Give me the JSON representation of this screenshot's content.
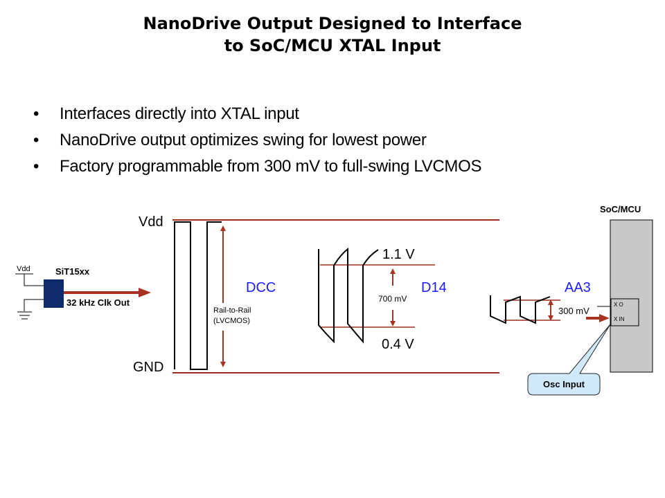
{
  "title": {
    "line1": "NanoDrive Output Designed to Interface",
    "line2": "to SoC/MCU XTAL Input"
  },
  "bullets": [
    {
      "marker": "•",
      "text": "Interfaces directly into XTAL input"
    },
    {
      "marker": "•",
      "text": "NanoDrive output optimizes swing for lowest power"
    },
    {
      "marker": "•",
      "text": "Factory programmable from 300 mV to full-swing LVCMOS"
    }
  ],
  "diagram": {
    "colors": {
      "rail": "#9b2d1f",
      "arrow": "#a83222",
      "mode_label": "#1a1aff",
      "chip": "#0f2a6b",
      "soc_fill": "#c8c8c8",
      "callout_fill": "#cfe9f9"
    },
    "source": {
      "vdd_label": "Vdd",
      "chip_label": "SiT15xx",
      "output_label": "32 kHz Clk Out"
    },
    "rails": {
      "vdd_label": "Vdd",
      "gnd_label": "GND"
    },
    "modes": [
      {
        "name": "DCC",
        "swing_label": "Rail-to-Rail",
        "swing_sublabel": "(LVCMOS)"
      },
      {
        "name": "D14",
        "high_label": "1.1 V",
        "low_label": "0.4 V",
        "swing_label": "700 mV"
      },
      {
        "name": "AA3",
        "swing_label": "300 mV"
      }
    ],
    "soc": {
      "label": "SoC/MCU",
      "pin_xo": "X O",
      "pin_xin": "X IN",
      "callout": "Osc Input"
    }
  }
}
